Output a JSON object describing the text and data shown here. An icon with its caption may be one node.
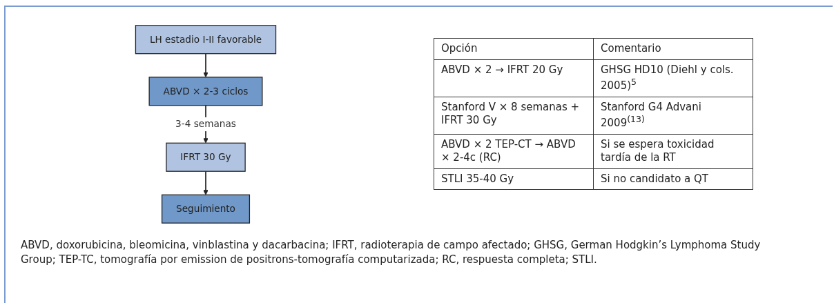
{
  "diagram": {
    "caption": "ABVD, doxorubicina, bleomicina, vinblastina y dacarbacina; IFRT, radioterapia de campo afectado;  GHSG, German Hodgkin’s Lymphoma Study Group; TEP-TC, tomografía por emission de positrons-tomografía computarizada; RC, respuesta completa; STLI.",
    "nodes": [
      {
        "text": [
          "LH estadio I-II favorable"
        ]
      },
      {
        "text": [
          "ABVD × 2-3 ciclos"
        ]
      },
      {
        "text": [
          "IFRT 30 Gy"
        ]
      },
      {
        "text": [
          "Seguimiento"
        ]
      }
    ],
    "edges": [
      {
        "from": 0,
        "to": 1,
        "arrow": "to"
      },
      {
        "from": 1,
        "to": 2,
        "arrow": "to",
        "label": "3-4 semanas"
      },
      {
        "from": 2,
        "to": 3,
        "arrow": "to"
      }
    ],
    "labels": [
      "Opción",
      "Comentario",
      "ABVD × 2 → IFRT 20 Gy",
      "GHSG HD10 (Diehl y cols. 2005)$^{5}$",
      "Stanford V × 8 semanas + IFRT 30 Gy",
      "Stanford G4 Advani 2009$^{(13)}$",
      "ABVD × 2 TEP-CT → ABVD × 2-4c (RC)",
      "Si se espera toxicidad tardía de la RT",
      "STLI 35-40 Gy",
      "Si no candidato a QT"
    ]
  }
}
